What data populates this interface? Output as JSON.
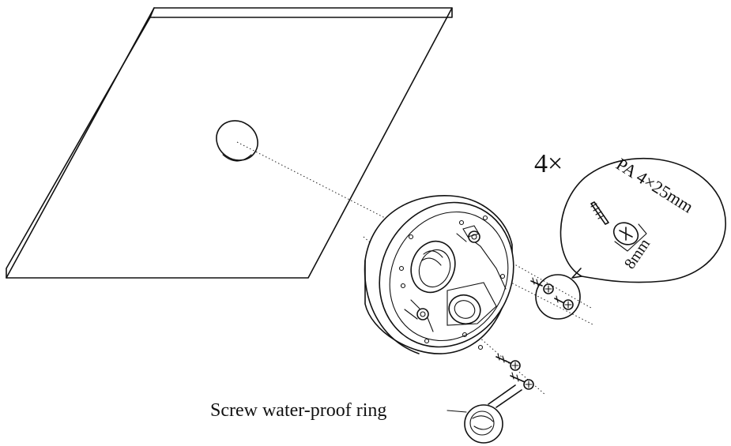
{
  "callouts": {
    "quantity": "4×",
    "screw_spec": "PA 4×25mm",
    "head_size": "8mm",
    "waterproof_label": "Screw water-proof ring"
  }
}
